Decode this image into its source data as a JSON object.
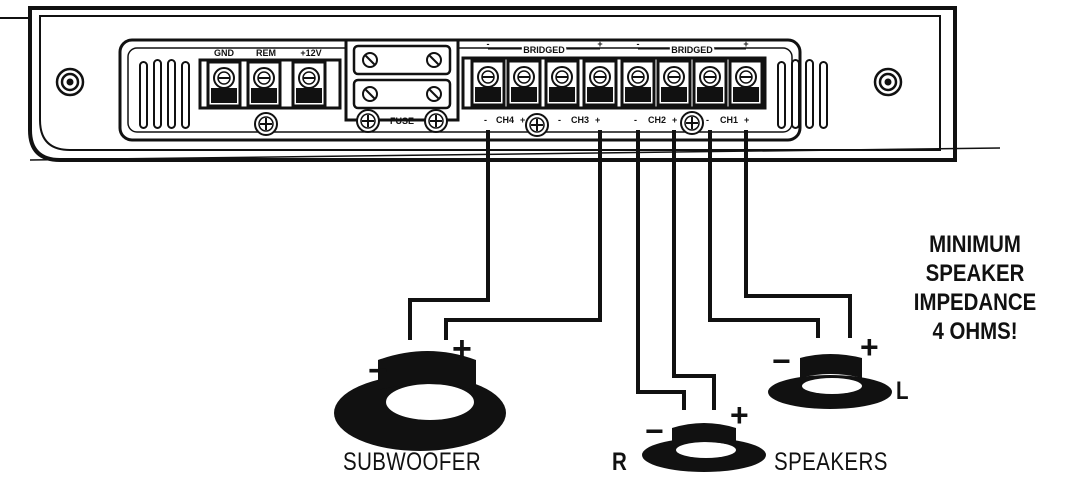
{
  "amplifier": {
    "power_terminals": [
      "GND",
      "REM",
      "+12V"
    ],
    "fuse_label": "FUSE",
    "bridge_labels": [
      "BRIDGED",
      "BRIDGED"
    ],
    "channels": [
      {
        "label": "CH4",
        "minus": "-",
        "plus": "+"
      },
      {
        "label": "CH3",
        "minus": "-",
        "plus": "+"
      },
      {
        "label": "CH2",
        "minus": "-",
        "plus": "+"
      },
      {
        "label": "CH1",
        "minus": "-",
        "plus": "+"
      }
    ]
  },
  "speakers": {
    "subwoofer": {
      "label": "SUBWOOFER",
      "minus": "−",
      "plus": "+"
    },
    "right": {
      "label": "R",
      "minus": "−",
      "plus": "+"
    },
    "left": {
      "label": "L",
      "minus": "−",
      "plus": "+"
    },
    "group_label": "SPEAKERS"
  },
  "warning": {
    "lines": [
      "MINIMUM",
      "SPEAKER",
      "IMPEDANCE",
      "4 OHMS!"
    ]
  }
}
